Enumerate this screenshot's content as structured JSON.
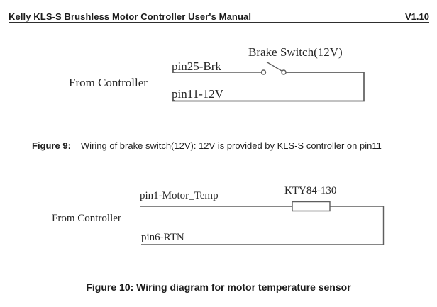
{
  "header": {
    "title": "Kelly KLS-S Brushless Motor Controller User's Manual",
    "version": "V1.10"
  },
  "figure9": {
    "labels": {
      "brake_switch": "Brake Switch(12V)",
      "pin25": "pin25-Brk",
      "from_controller": "From Controller",
      "pin11": "pin11-12V"
    },
    "caption": {
      "label": "Figure 9:",
      "text": "Wiring of brake switch(12V): 12V is provided by KLS-S controller on pin11"
    }
  },
  "figure10": {
    "labels": {
      "pin1": "pin1-Motor_Temp",
      "kty": "KTY84-130",
      "from_controller": "From Controller",
      "pin6": "pin6-RTN"
    },
    "caption": {
      "text": "Figure 10: Wiring diagram for motor temperature sensor"
    }
  },
  "colors": {
    "text": "#1f1f1f",
    "wire": "#5e5e5e",
    "background": "#ffffff"
  }
}
